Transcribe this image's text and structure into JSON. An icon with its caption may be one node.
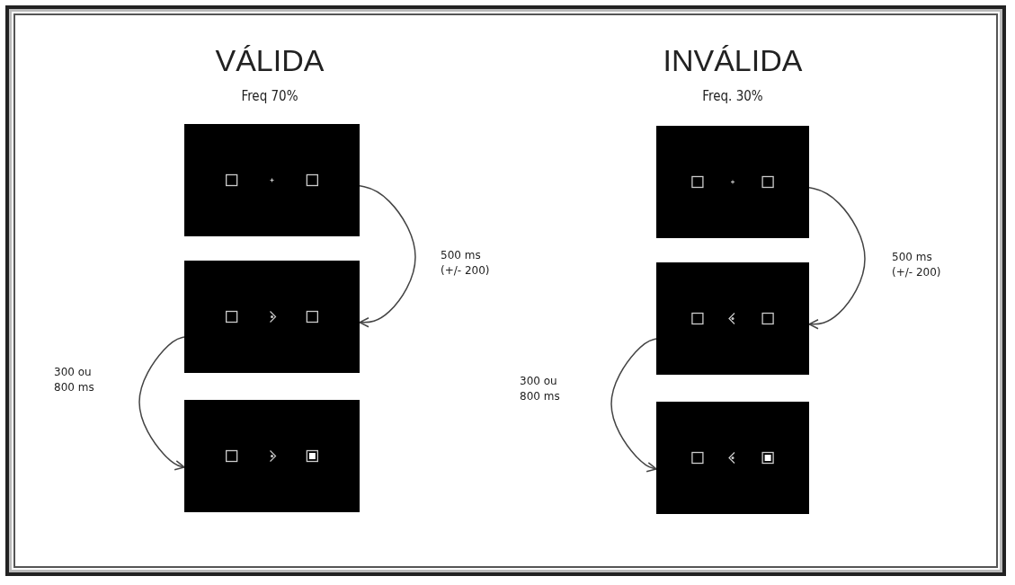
{
  "diagram": {
    "nodes": [
      {
        "text": [],
        "shape": "box"
      },
      {
        "text": [],
        "shape": "box"
      },
      {
        "text": [],
        "shape": "box"
      },
      {
        "text": [],
        "shape": "box"
      },
      {
        "text": [],
        "shape": "box"
      },
      {
        "text": [],
        "shape": "box"
      }
    ],
    "edges": [
      {
        "from": 0,
        "to": 1,
        "arrow": "to",
        "label": "500 ms (+/- 200)"
      },
      {
        "from": 1,
        "to": 2,
        "arrow": "to",
        "label": "300 ou 800 ms"
      },
      {
        "from": 3,
        "to": 4,
        "arrow": "to",
        "label": "500 ms (+/- 200)"
      },
      {
        "from": 4,
        "to": 5,
        "arrow": "to",
        "label": "300 ou 800 ms"
      }
    ],
    "labels": [
      "VÁLIDA",
      "Freq 70%",
      "INVÁLIDA",
      "Freq. 30%"
    ]
  }
}
